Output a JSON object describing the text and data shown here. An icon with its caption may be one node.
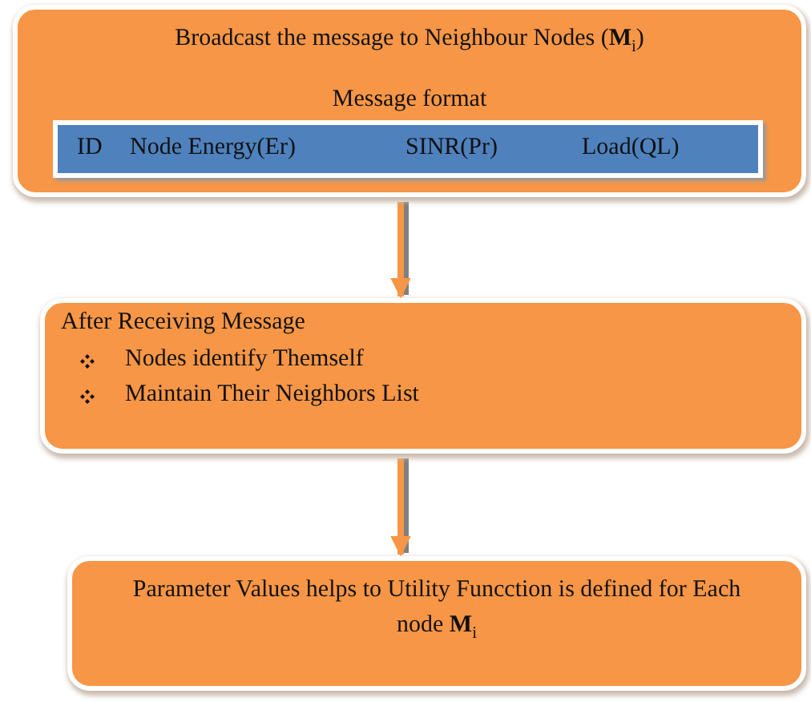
{
  "diagram": {
    "nodes": [
      {
        "text": [
          "Broadcast the message to Neighbour Nodes (**M**$_{i}$)",
          "Message format"
        ]
      },
      {
        "text": [
          "ID",
          "Node Energy(Er)",
          "SINR(Pr)",
          "Load(QL)"
        ],
        "in": 0
      },
      {
        "text": [
          "After Receiving Message",
          "Nodes identify Themself",
          "Maintain Their Neighbors List"
        ]
      },
      {
        "text": [
          "Parameter Values helps to Utility Funcction is defined for Each node **M**$_{i}$"
        ]
      }
    ],
    "edges": [
      {
        "from": 0,
        "to": 2,
        "arrow": "to"
      },
      {
        "from": 2,
        "to": 3,
        "arrow": "to"
      }
    ]
  }
}
